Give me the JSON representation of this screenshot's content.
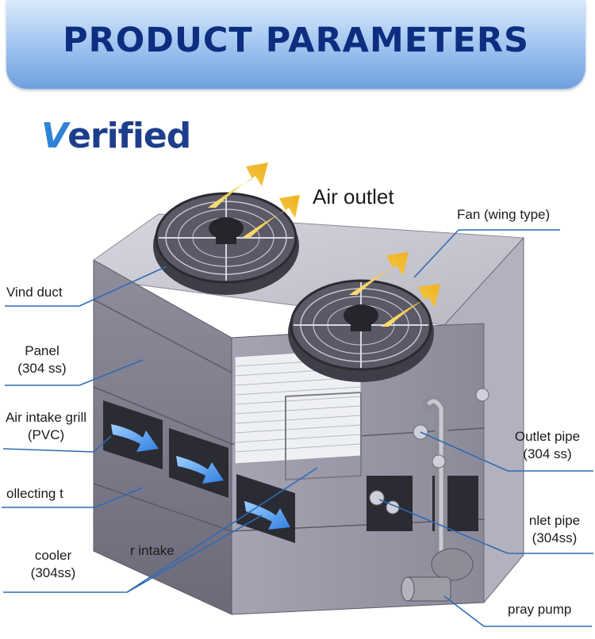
{
  "banner": {
    "title": "PRODUCT PARAMETERS"
  },
  "badge": {
    "first_letter": "V",
    "rest": "erified"
  },
  "labels": {
    "air_outlet": "Air outlet",
    "fan": "Fan (wing type)",
    "wind_duct": "Vind duct",
    "panel_line1": "Panel",
    "panel_line2": "(304 ss)",
    "air_intake_grill_line1": "Air intake grill",
    "air_intake_grill_line2": "(PVC)",
    "collecting": "ollecting t",
    "cooler_line1": "cooler",
    "cooler_line2": "(304ss)",
    "intake": "r intake",
    "outlet_pipe_line1": "Outlet pipe",
    "outlet_pipe_line2": "(304 ss)",
    "inlet_pipe_line1": "nlet pipe",
    "inlet_pipe_line2": "(304ss)",
    "spray_pump": "pray pump"
  },
  "colors": {
    "banner_text": "#0d2e80",
    "leader_line": "#2f6bb5",
    "arrow_yellow": "#f4c430",
    "arrow_blue": "#3a8ee6",
    "cabinet": "#7d7a89"
  }
}
